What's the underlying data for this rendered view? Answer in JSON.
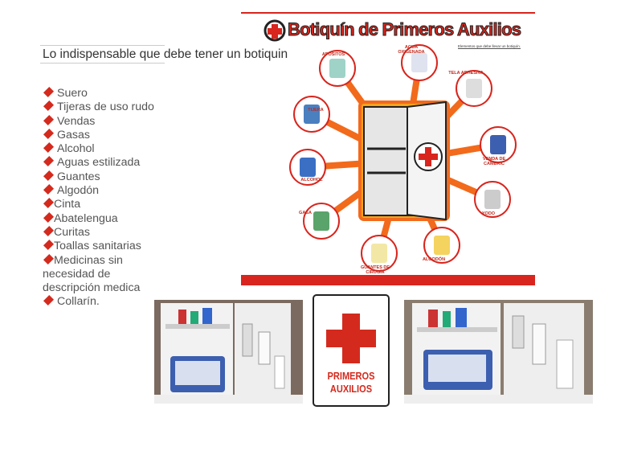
{
  "heading": "Lo indispensable que debe tener un botiquin",
  "items": [
    {
      "text": "Suero",
      "tight": false
    },
    {
      "text": "Tijeras de uso rudo",
      "tight": false
    },
    {
      "text": "Vendas",
      "tight": false
    },
    {
      "text": "Gasas",
      "tight": false
    },
    {
      "text": "Alcohol",
      "tight": false
    },
    {
      "text": "Aguas estilizada",
      "tight": false
    },
    {
      "text": "Guantes",
      "tight": false
    },
    {
      "text": "Algodón",
      "tight": false
    },
    {
      "text": "Cinta",
      "tight": true
    },
    {
      "text": "Abatelengua",
      "tight": true
    },
    {
      "text": "Curitas",
      "tight": true
    },
    {
      "text": "Toallas sanitarias",
      "tight": true
    },
    {
      "text": "Medicinas sin necesidad de descripción medica",
      "tight": true
    },
    {
      "text": "Collarín.",
      "tight": false
    }
  ],
  "poster": {
    "title": "Botiquín de Primeros Auxilios",
    "subtitle": "Elementos que debe llevar un botiquín.",
    "labels": [
      "APÓSITOS",
      "AGUA OXIGENADA",
      "TELA ADHESIVA",
      "TIJERA",
      "VENDA DE CAMBRIC",
      "ALCOHOL",
      "YODO",
      "GASA",
      "GUANTES DE CIRUGÍA",
      "ALGODÓN"
    ]
  },
  "sign": {
    "line1": "PRIMEROS",
    "line2": "AUXILIOS"
  },
  "colors": {
    "red": "#d42a1e",
    "orange": "#f26a1b",
    "text": "#555555"
  }
}
